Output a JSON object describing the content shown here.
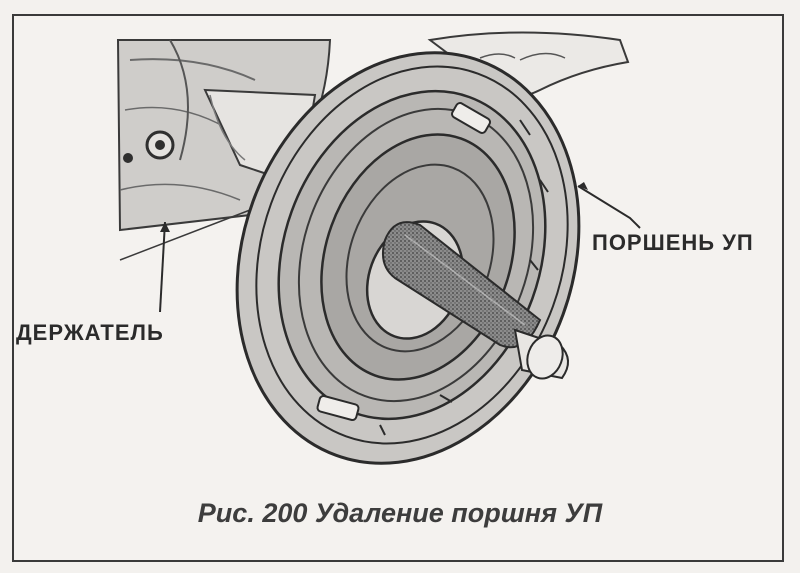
{
  "figure": {
    "labels": {
      "piston": "ПОРШЕНЬ УП",
      "holder": "ДЕРЖАТЕЛЬ"
    },
    "caption": "Рис. 200 Удаление поршня УП",
    "colors": {
      "background": "#f3f1ee",
      "ink": "#2b2b2b",
      "shade": "#9a9a9a"
    }
  }
}
